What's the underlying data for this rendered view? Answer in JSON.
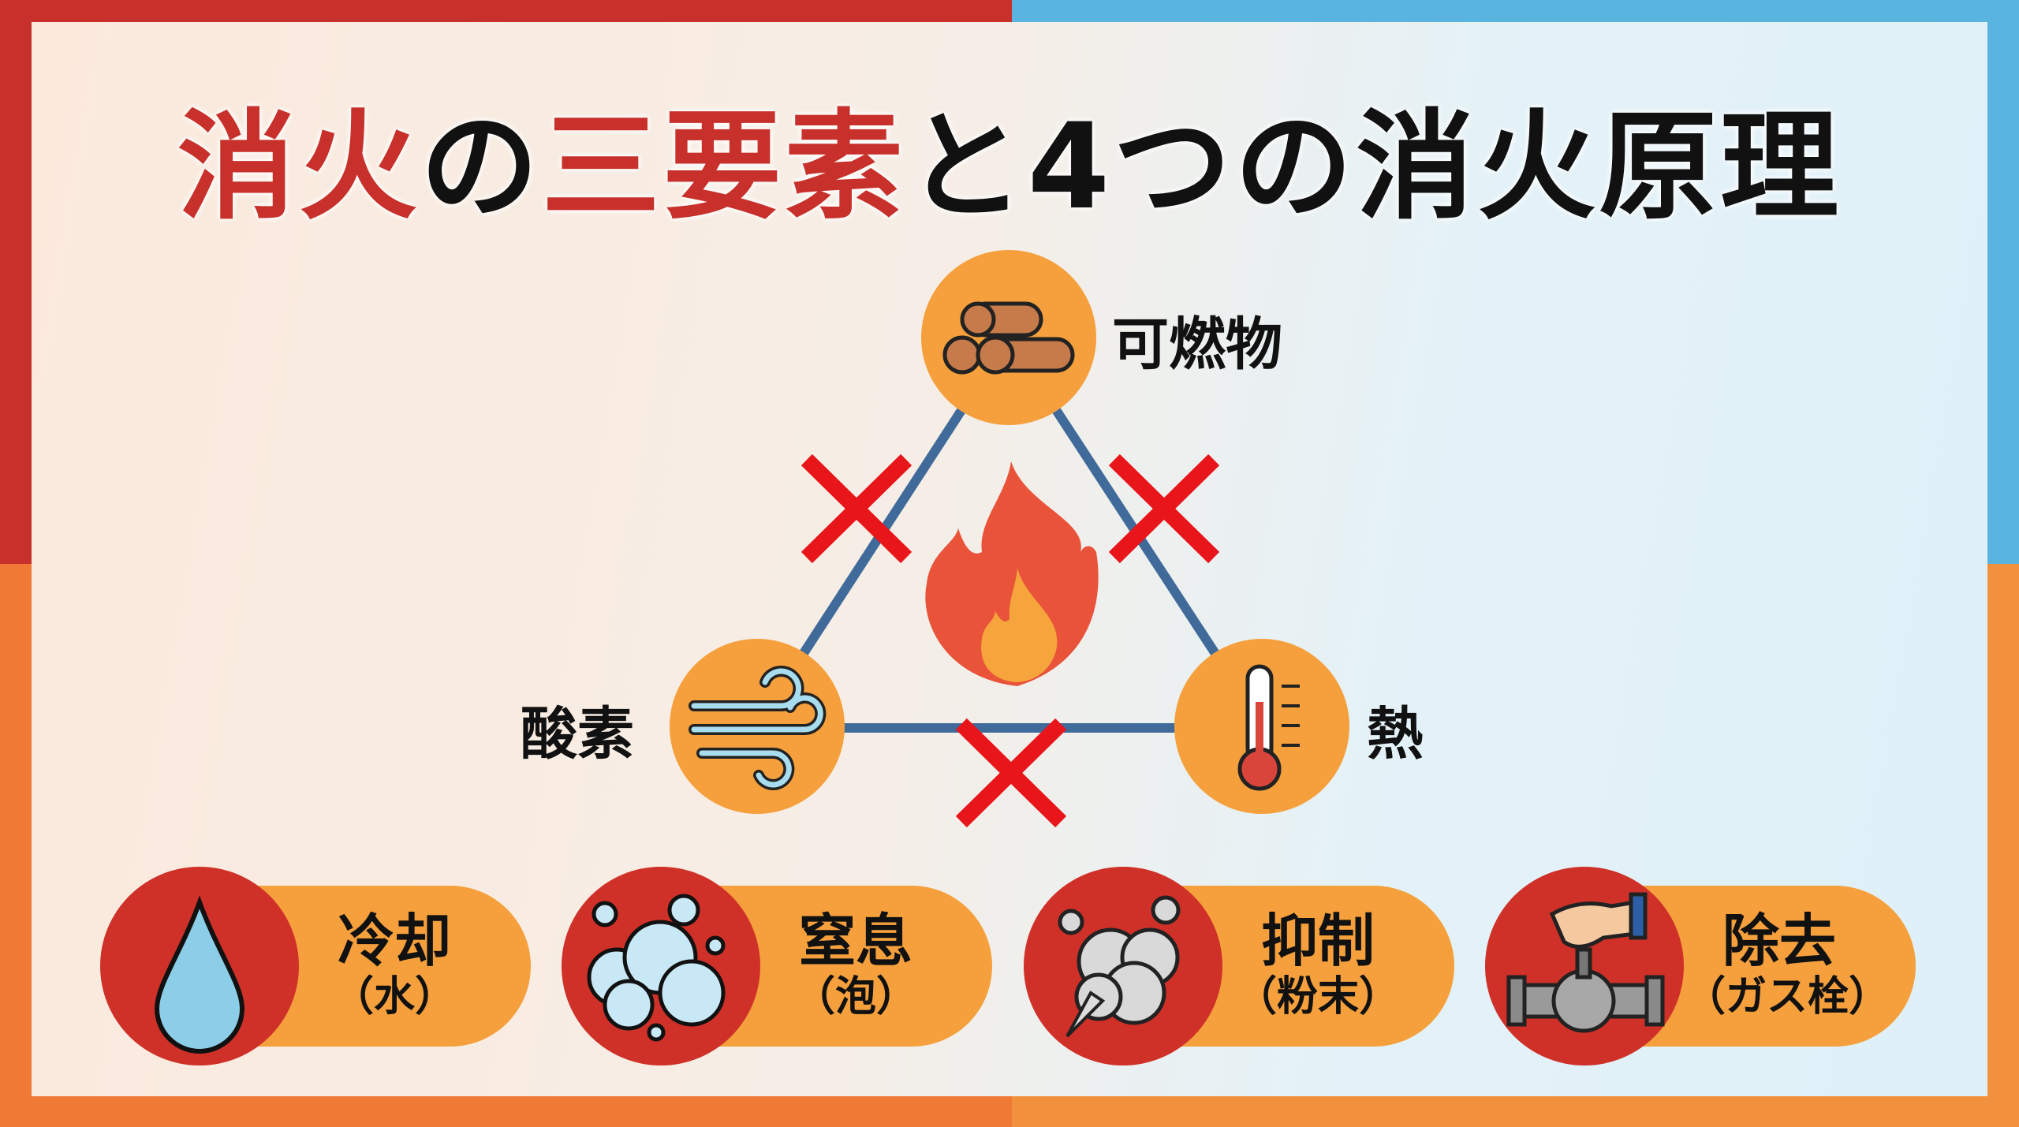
{
  "title": {
    "part1": "消火",
    "part2": "の",
    "part3": "三要素",
    "part4": "と4つの消火原理"
  },
  "elements": [
    {
      "label": "可燃物",
      "icon": "logs-icon"
    },
    {
      "label": "酸素",
      "icon": "wind-icon"
    },
    {
      "label": "熱",
      "icon": "thermometer-icon"
    }
  ],
  "center_icon": "flame-icon",
  "principles": [
    {
      "label": "冷却",
      "sub": "（水）",
      "icon": "water-drop-icon"
    },
    {
      "label": "窒息",
      "sub": "（泡）",
      "icon": "bubbles-icon"
    },
    {
      "label": "抑制",
      "sub": "（粉末）",
      "icon": "powder-cloud-icon"
    },
    {
      "label": "除去",
      "sub": "（ガス栓）",
      "icon": "gas-valve-icon"
    }
  ],
  "colors": {
    "red": "#c8302b",
    "orange": "#f5a03c",
    "blue": "#5ab4e0",
    "line": "#3f6a9a",
    "cross": "#e8151b"
  }
}
